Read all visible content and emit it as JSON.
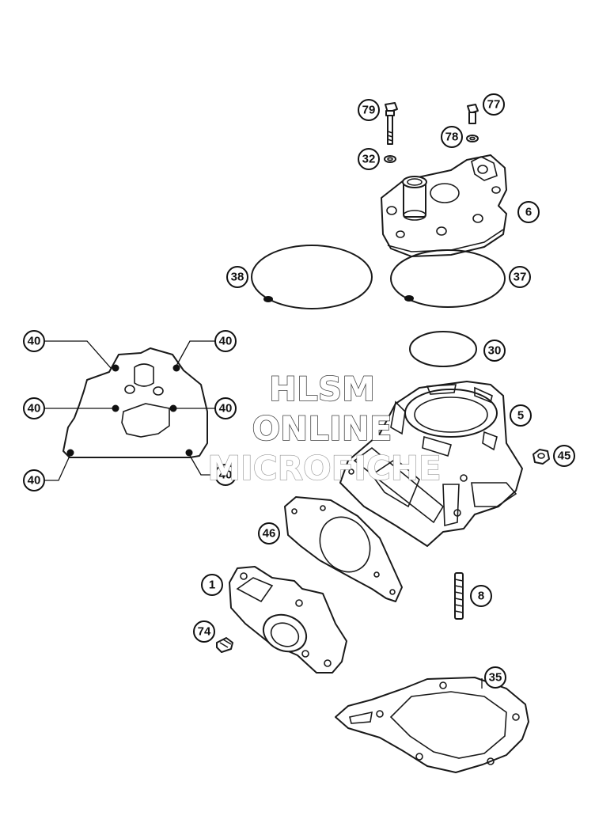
{
  "callouts": [
    {
      "id": "c79",
      "label": "79"
    },
    {
      "id": "c77",
      "label": "77"
    },
    {
      "id": "c78",
      "label": "78"
    },
    {
      "id": "c32",
      "label": "32"
    },
    {
      "id": "c6",
      "label": "6"
    },
    {
      "id": "c38",
      "label": "38"
    },
    {
      "id": "c37",
      "label": "37"
    },
    {
      "id": "c30",
      "label": "30"
    },
    {
      "id": "c40a",
      "label": "40"
    },
    {
      "id": "c40b",
      "label": "40"
    },
    {
      "id": "c40c",
      "label": "40"
    },
    {
      "id": "c40d",
      "label": "40"
    },
    {
      "id": "c40e",
      "label": "40"
    },
    {
      "id": "c40f",
      "label": "40"
    },
    {
      "id": "c5",
      "label": "5"
    },
    {
      "id": "c45",
      "label": "45"
    },
    {
      "id": "c46",
      "label": "46"
    },
    {
      "id": "c1",
      "label": "1"
    },
    {
      "id": "c8",
      "label": "8"
    },
    {
      "id": "c74",
      "label": "74"
    },
    {
      "id": "c35",
      "label": "35"
    }
  ],
  "watermark": {
    "line1": "HLSM",
    "line2": "ONLINE",
    "line3": "MICROFICHE"
  },
  "colors": {
    "ink": "#111111",
    "background": "#ffffff"
  }
}
